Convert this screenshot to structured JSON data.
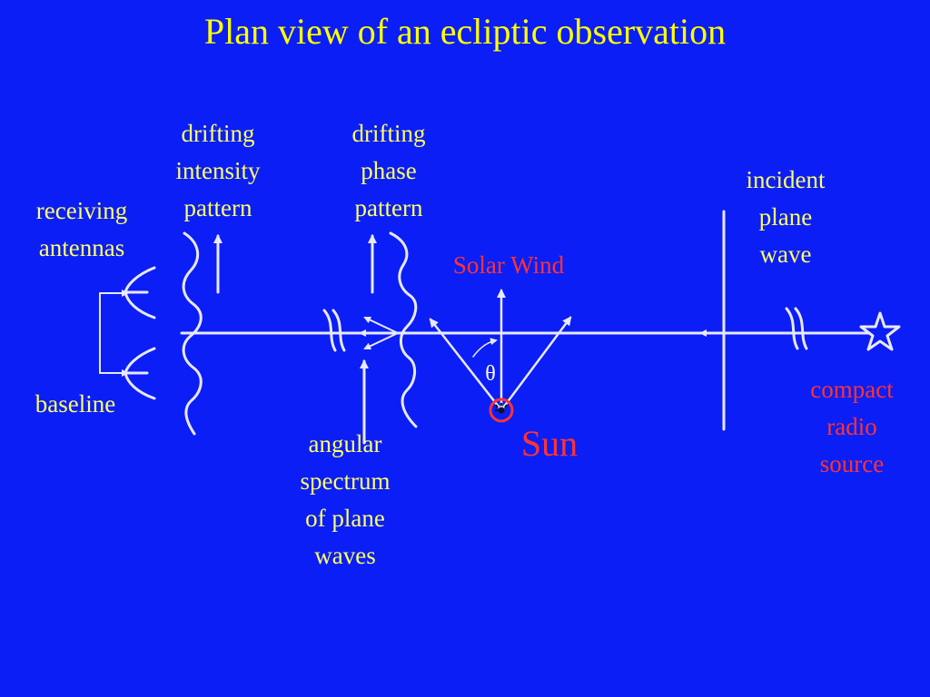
{
  "slide": {
    "title": "Plan view of an ecliptic observation",
    "labels": {
      "receiving_antennas": [
        "receiving",
        "antennas"
      ],
      "baseline": "baseline",
      "drifting_intensity": [
        "drifting",
        "intensity",
        "pattern"
      ],
      "drifting_phase": [
        "drifting",
        "phase",
        "pattern"
      ],
      "incident_plane_wave": [
        "incident",
        "plane",
        "wave"
      ],
      "solar_wind": "Solar Wind",
      "sun": "Sun",
      "compact_radio_source": [
        "compact",
        "radio",
        "source"
      ],
      "angular_spectrum": [
        "angular",
        "spectrum",
        "of plane",
        "waves"
      ],
      "theta": "θ"
    }
  },
  "colors": {
    "background": "#0B1EF5",
    "title_text": "#FFFF00",
    "label_text": "#FFFF66",
    "accent_red": "#FF3333",
    "line": "#E8E8FF"
  },
  "icons": {
    "source": "star-icon",
    "sun": "sun-icon",
    "antenna": "antenna-icon"
  }
}
